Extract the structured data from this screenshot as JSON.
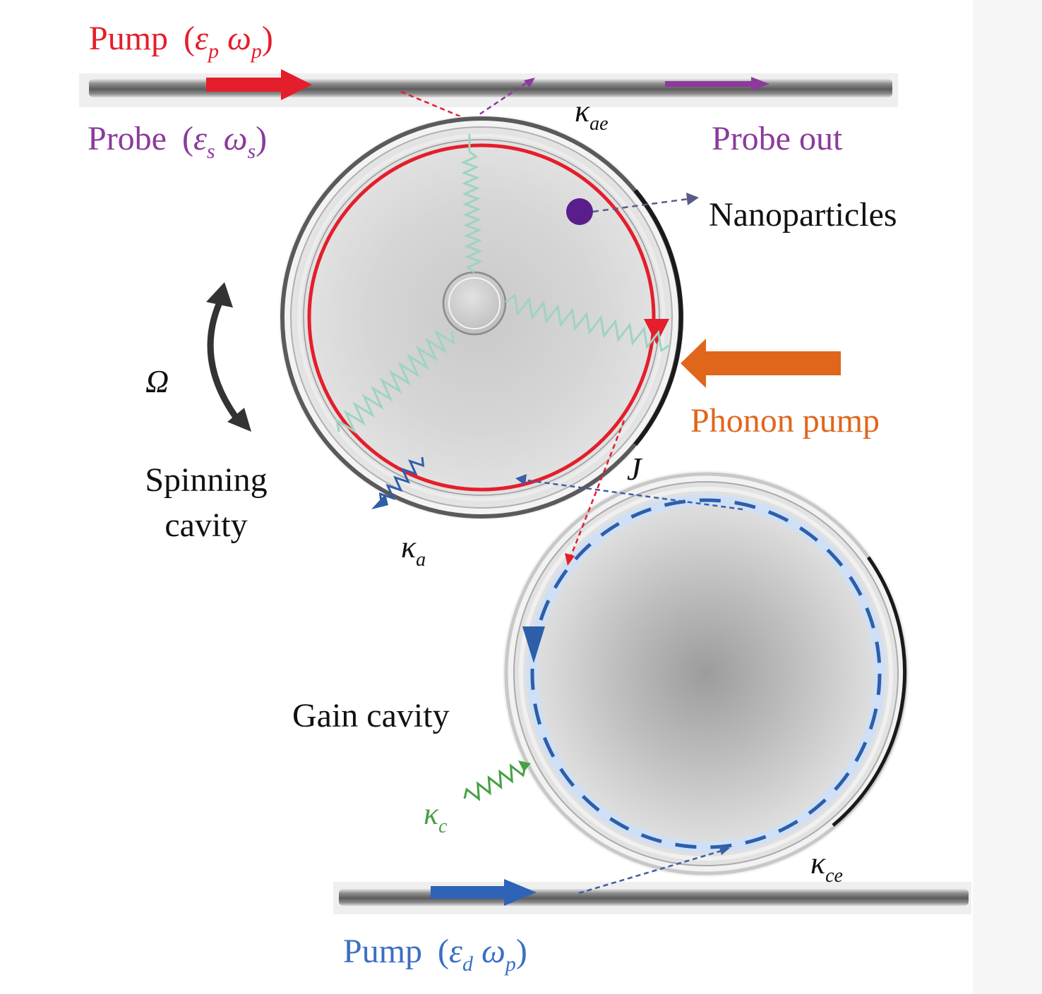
{
  "colors": {
    "pump_top": "#e41e2b",
    "probe": "#8c3a9c",
    "phonon": "#e0661c",
    "pump_bottom": "#3b6fc4",
    "spring_green": "#9fd3c2",
    "loss_green": "#46a046",
    "loss_blue": "#2e5ea8",
    "nanoparticle": "#5a1e8c",
    "text": "#111111"
  },
  "labels": {
    "pump_top": {
      "word": "Pump",
      "open": "(",
      "eps": "ε",
      "eps_sub": "p",
      "omega": "ω",
      "omega_sub": "p",
      "close": ")"
    },
    "probe_in": {
      "word": "Probe",
      "open": "(",
      "eps": "ε",
      "eps_sub": "s",
      "omega": "ω",
      "omega_sub": "s",
      "close": ")"
    },
    "probe_out": "Probe out",
    "nanoparticles": "Nanoparticles",
    "phonon_pump": "Phonon pump",
    "omega_big": "Ω",
    "spinning_cavity": [
      "Spinning",
      "cavity"
    ],
    "gain_cavity": "Gain cavity",
    "J": "J",
    "pump_bottom": {
      "word": "Pump",
      "open": "(",
      "eps": "ε",
      "eps_sub": "d",
      "omega": "ω",
      "omega_sub": "p",
      "close": ")"
    },
    "kappa_ae": {
      "sym": "κ",
      "sub": "ae"
    },
    "kappa_a": {
      "sym": "κ",
      "sub": "a"
    },
    "kappa_c": {
      "sym": "κ",
      "sub": "c"
    },
    "kappa_ce": {
      "sym": "κ",
      "sub": "ce"
    }
  },
  "icons": {
    "rotation": "double-curved-arrow-icon",
    "nanoparticle": "filled-dot-icon"
  }
}
